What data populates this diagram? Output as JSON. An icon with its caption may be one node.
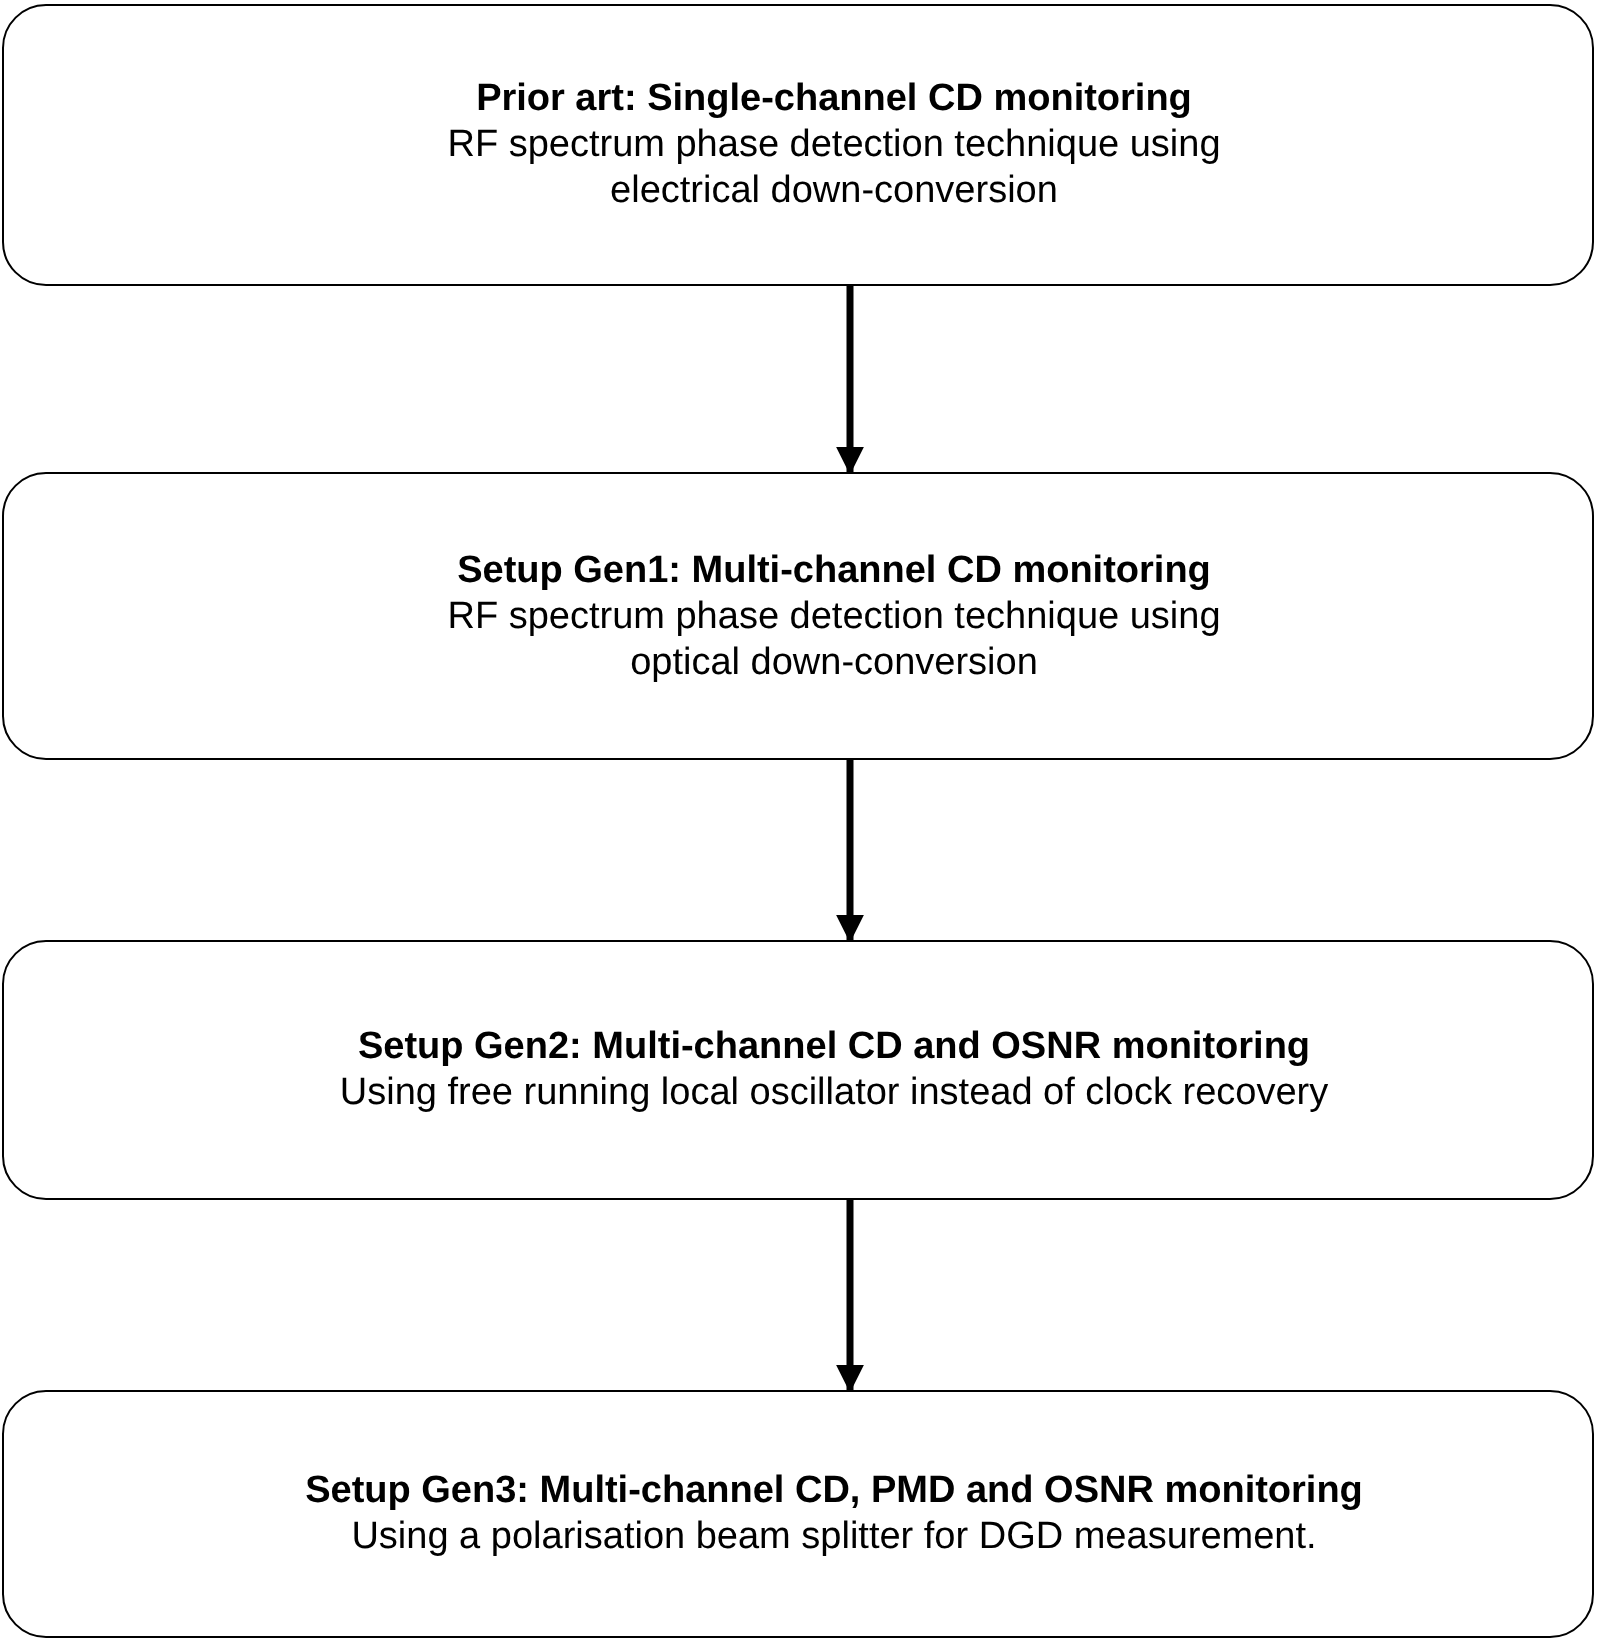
{
  "diagram": {
    "nodes": [
      {
        "text": [
          "Prior art: Single-channel CD monitoring",
          "RF spectrum phase detection technique using electrical down-conversion"
        ]
      },
      {
        "text": [
          "Setup Gen1: Multi-channel CD monitoring",
          "RF spectrum phase detection technique using optical down-conversion"
        ]
      },
      {
        "text": [
          "Setup Gen2: Multi-channel CD and OSNR monitoring",
          "Using free running local oscillator instead of clock recovery"
        ]
      },
      {
        "text": [
          "Setup Gen3: Multi-channel CD, PMD and OSNR monitoring",
          "Using a polarisation beam splitter for DGD measurement."
        ]
      }
    ],
    "edges": [
      {
        "from": 0,
        "to": 1,
        "arrow": "to"
      },
      {
        "from": 1,
        "to": 2,
        "arrow": "to"
      },
      {
        "from": 2,
        "to": 3,
        "arrow": "to"
      }
    ]
  }
}
